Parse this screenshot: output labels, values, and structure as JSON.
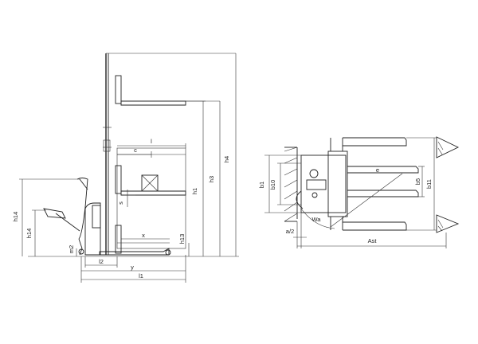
{
  "side_view": {
    "labels": {
      "h4": "h4",
      "h3": "h3",
      "h1": "h1",
      "h13": "h13",
      "h14_outer": "h14",
      "h14_inner": "h14",
      "m2": "m2",
      "c": "c",
      "l": "l",
      "s": "s",
      "x": "x",
      "y": "y",
      "l1": "l1",
      "l2": "l2"
    }
  },
  "top_view": {
    "labels": {
      "b1": "b1",
      "b10": "b10",
      "b5": "b5",
      "b11": "b11",
      "e": "e",
      "wa": "Wa",
      "a2": "a/2",
      "ast": "Ast"
    }
  }
}
